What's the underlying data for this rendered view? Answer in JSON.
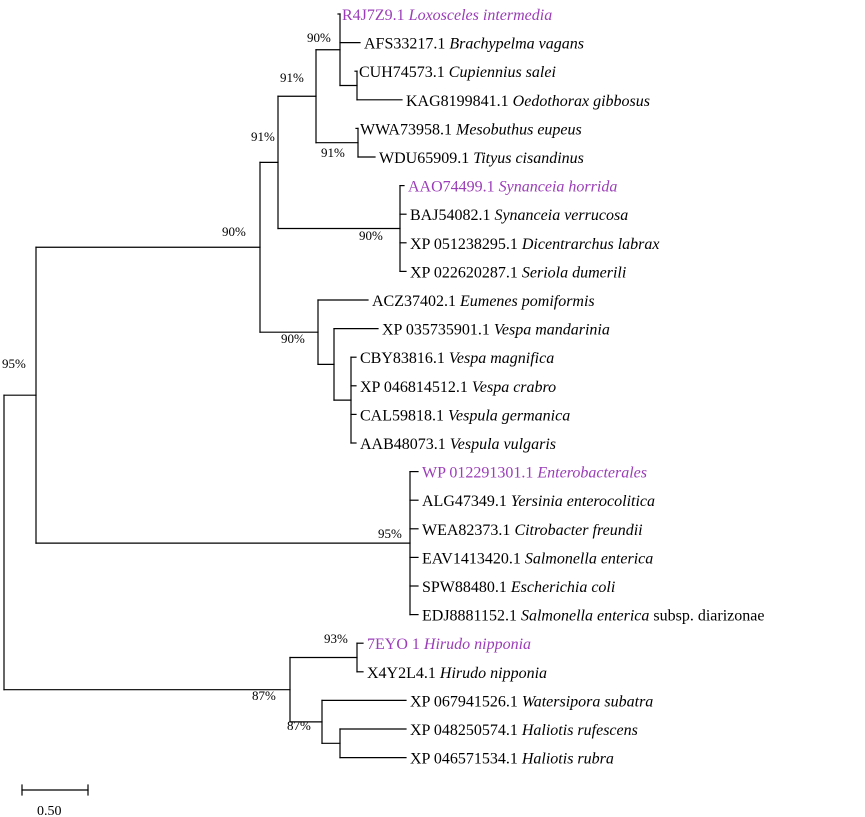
{
  "highlight_color": "#9B3DB8",
  "text_color": "#000000",
  "leaves": [
    {
      "id": "l1",
      "acc": "R4J7Z9.1",
      "species": "Loxosceles intermedia",
      "suffix": "",
      "highlight": true
    },
    {
      "id": "l2",
      "acc": "AFS33217.1",
      "species": "Brachypelma vagans",
      "suffix": "",
      "highlight": false
    },
    {
      "id": "l3",
      "acc": "CUH74573.1",
      "species": "Cupiennius salei",
      "suffix": "",
      "highlight": false
    },
    {
      "id": "l4",
      "acc": "KAG8199841.1",
      "species": "Oedothorax gibbosus",
      "suffix": "",
      "highlight": false
    },
    {
      "id": "l5",
      "acc": "WWA73958.1",
      "species": "Mesobuthus eupeus",
      "suffix": "",
      "highlight": false
    },
    {
      "id": "l6",
      "acc": "WDU65909.1",
      "species": "Tityus cisandinus",
      "suffix": "",
      "highlight": false
    },
    {
      "id": "l7",
      "acc": "AAO74499.1",
      "species": "Synanceia horrida",
      "suffix": "",
      "highlight": true
    },
    {
      "id": "l8",
      "acc": "BAJ54082.1",
      "species": "Synanceia verrucosa",
      "suffix": "",
      "highlight": false
    },
    {
      "id": "l9",
      "acc": "XP 051238295.1",
      "species": "Dicentrarchus labrax",
      "suffix": "",
      "highlight": false
    },
    {
      "id": "l10",
      "acc": "XP 022620287.1",
      "species": "Seriola dumerili",
      "suffix": "",
      "highlight": false
    },
    {
      "id": "l11",
      "acc": "ACZ37402.1",
      "species": "Eumenes pomiformis",
      "suffix": "",
      "highlight": false
    },
    {
      "id": "l12",
      "acc": "XP 035735901.1",
      "species": "Vespa mandarinia",
      "suffix": "",
      "highlight": false
    },
    {
      "id": "l13",
      "acc": "CBY83816.1",
      "species": "Vespa magnifica",
      "suffix": "",
      "highlight": false
    },
    {
      "id": "l14",
      "acc": "XP 046814512.1",
      "species": "Vespa crabro",
      "suffix": "",
      "highlight": false
    },
    {
      "id": "l15",
      "acc": "CAL59818.1",
      "species": "Vespula germanica",
      "suffix": "",
      "highlight": false
    },
    {
      "id": "l16",
      "acc": "AAB48073.1",
      "species": "Vespula vulgaris",
      "suffix": "",
      "highlight": false
    },
    {
      "id": "l17",
      "acc": "WP 012291301.1",
      "species": "Enterobacterales",
      "suffix": "",
      "highlight": true
    },
    {
      "id": "l18",
      "acc": "ALG47349.1",
      "species": "Yersinia enterocolitica",
      "suffix": "",
      "highlight": false
    },
    {
      "id": "l19",
      "acc": "WEA82373.1",
      "species": "Citrobacter freundii",
      "suffix": "",
      "highlight": false
    },
    {
      "id": "l20",
      "acc": "EAV1413420.1",
      "species": "Salmonella enterica",
      "suffix": "",
      "highlight": false
    },
    {
      "id": "l21",
      "acc": "SPW88480.1",
      "species": "Escherichia coli",
      "suffix": "",
      "highlight": false
    },
    {
      "id": "l22",
      "acc": "EDJ8881152.1",
      "species": "Salmonella enterica",
      "suffix": " subsp. diarizonae",
      "highlight": false
    },
    {
      "id": "l23",
      "acc": "7EYO 1",
      "species": "Hirudo nipponia",
      "suffix": "",
      "highlight": true
    },
    {
      "id": "l24",
      "acc": "X4Y2L4.1",
      "species": "Hirudo nipponia",
      "suffix": "",
      "highlight": false
    },
    {
      "id": "l25",
      "acc": "XP 067941526.1",
      "species": "Watersipora subatra",
      "suffix": "",
      "highlight": false
    },
    {
      "id": "l26",
      "acc": "XP 048250574.1",
      "species": "Haliotis rufescens",
      "suffix": "",
      "highlight": false
    },
    {
      "id": "l27",
      "acc": "XP 046571534.1",
      "species": "Haliotis rubra",
      "suffix": "",
      "highlight": false
    }
  ],
  "nodes": [
    {
      "id": "root",
      "children": [
        "n95",
        "nLeech"
      ],
      "label": ""
    },
    {
      "id": "n95",
      "children": [
        "n90a",
        "n95b"
      ],
      "label": "95%"
    },
    {
      "id": "n90a",
      "children": [
        "n91a",
        "n90w"
      ],
      "label": "90%"
    },
    {
      "id": "n91a",
      "children": [
        "n91b",
        "nFish"
      ],
      "label": "91%"
    },
    {
      "id": "n91b",
      "children": [
        "n90s",
        "nScorp"
      ],
      "label": "91%"
    },
    {
      "id": "n90s",
      "children": [
        "l1",
        "l2",
        "nCO"
      ],
      "label": "90%"
    },
    {
      "id": "nCO",
      "children": [
        "l3",
        "l4"
      ],
      "label": ""
    },
    {
      "id": "nScorp",
      "children": [
        "l5",
        "l6"
      ],
      "label": "91%"
    },
    {
      "id": "nFish",
      "children": [
        "l7",
        "l8",
        "l9",
        "l10"
      ],
      "label": "90%"
    },
    {
      "id": "n90w",
      "children": [
        "l11",
        "nVespa"
      ],
      "label": "90%"
    },
    {
      "id": "nVespa",
      "children": [
        "l12",
        "nVespaInner"
      ],
      "label": ""
    },
    {
      "id": "nVespaInner",
      "children": [
        "l13",
        "l14",
        "l15",
        "l16"
      ],
      "label": ""
    },
    {
      "id": "n95b",
      "children": [
        "l17",
        "l18",
        "l19",
        "l20",
        "l21",
        "l22"
      ],
      "label": "95%"
    },
    {
      "id": "nLeech",
      "children": [
        "nHir",
        "n87b"
      ],
      "label": "87%"
    },
    {
      "id": "nHir",
      "children": [
        "l23",
        "l24"
      ],
      "label": "93%"
    },
    {
      "id": "n87b",
      "children": [
        "l25",
        "nHal"
      ],
      "label": "87%"
    },
    {
      "id": "nHal",
      "children": [
        "l26",
        "l27"
      ],
      "label": ""
    }
  ],
  "scale_bar": {
    "value": 0.5,
    "label": "0.50"
  }
}
